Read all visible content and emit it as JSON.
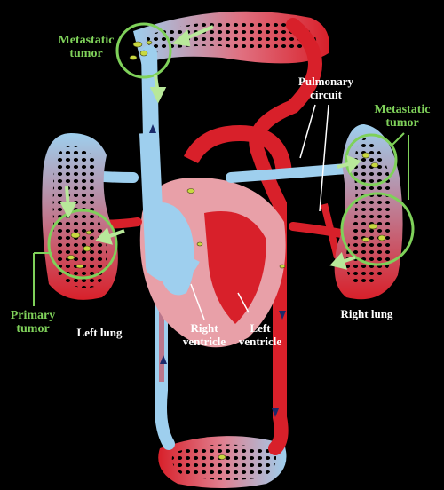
{
  "labels": {
    "metastatic_tumor_top": "Metastatic\ntumor",
    "metastatic_tumor_right": "Metastatic\ntumor",
    "primary_tumor": "Primary\ntumor",
    "pulmonary_circuit": "Pulmonary\ncircuit",
    "left_lung": "Left lung",
    "right_lung": "Right lung",
    "right_ventricle": "Right\nventricle",
    "left_ventricle": "Left\nventricle"
  },
  "colors": {
    "blood_red": "#d8202a",
    "blood_blue": "#9ecfee",
    "heart_pink": "#e8a0a8",
    "tumor_green": "#7fd15a",
    "arrow_green": "#b8e89a",
    "label_white": "#ffffff",
    "background": "#000000"
  }
}
